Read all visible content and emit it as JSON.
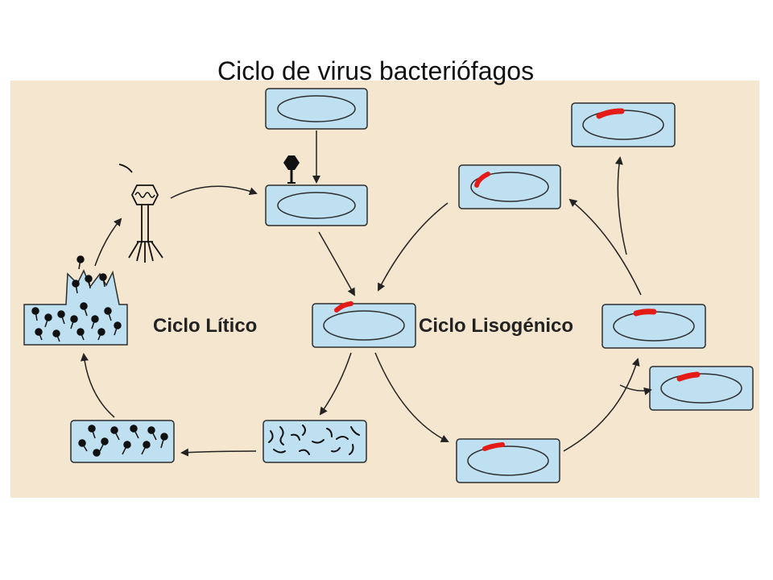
{
  "title": "Ciclo de virus bacteriófagos",
  "labels": {
    "lytic": "Ciclo Lítico",
    "lysogenic": "Ciclo Lisogénico"
  },
  "colors": {
    "panel": "#f5e6cf",
    "cell_fill": "#bfe0f1",
    "cell_stroke": "#2d2d2d",
    "prophage": "#e41b17",
    "ink": "#222222"
  }
}
